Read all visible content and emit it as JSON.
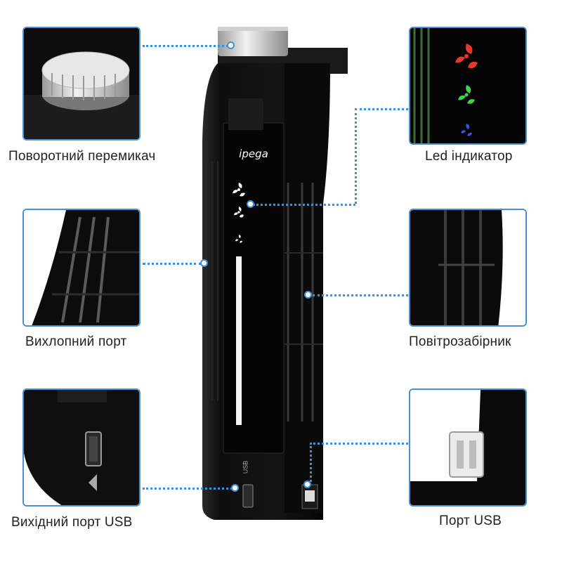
{
  "brand": "ipega",
  "usb_side_text": "USB",
  "callouts": {
    "rotary_switch": "Поворотний перемикач",
    "led_indicator": "Led індикатор",
    "exhaust_port": "Вихлопний порт",
    "air_intake": "Повітрозабірник",
    "usb_output": "Вихідний порт USB",
    "usb_port": "Порт USB"
  },
  "colors": {
    "accent": "#3f8fd2",
    "device_body": "#111111",
    "led_red": "#e8372c",
    "led_green": "#3fd24a",
    "led_blue": "#2a5cf0"
  }
}
